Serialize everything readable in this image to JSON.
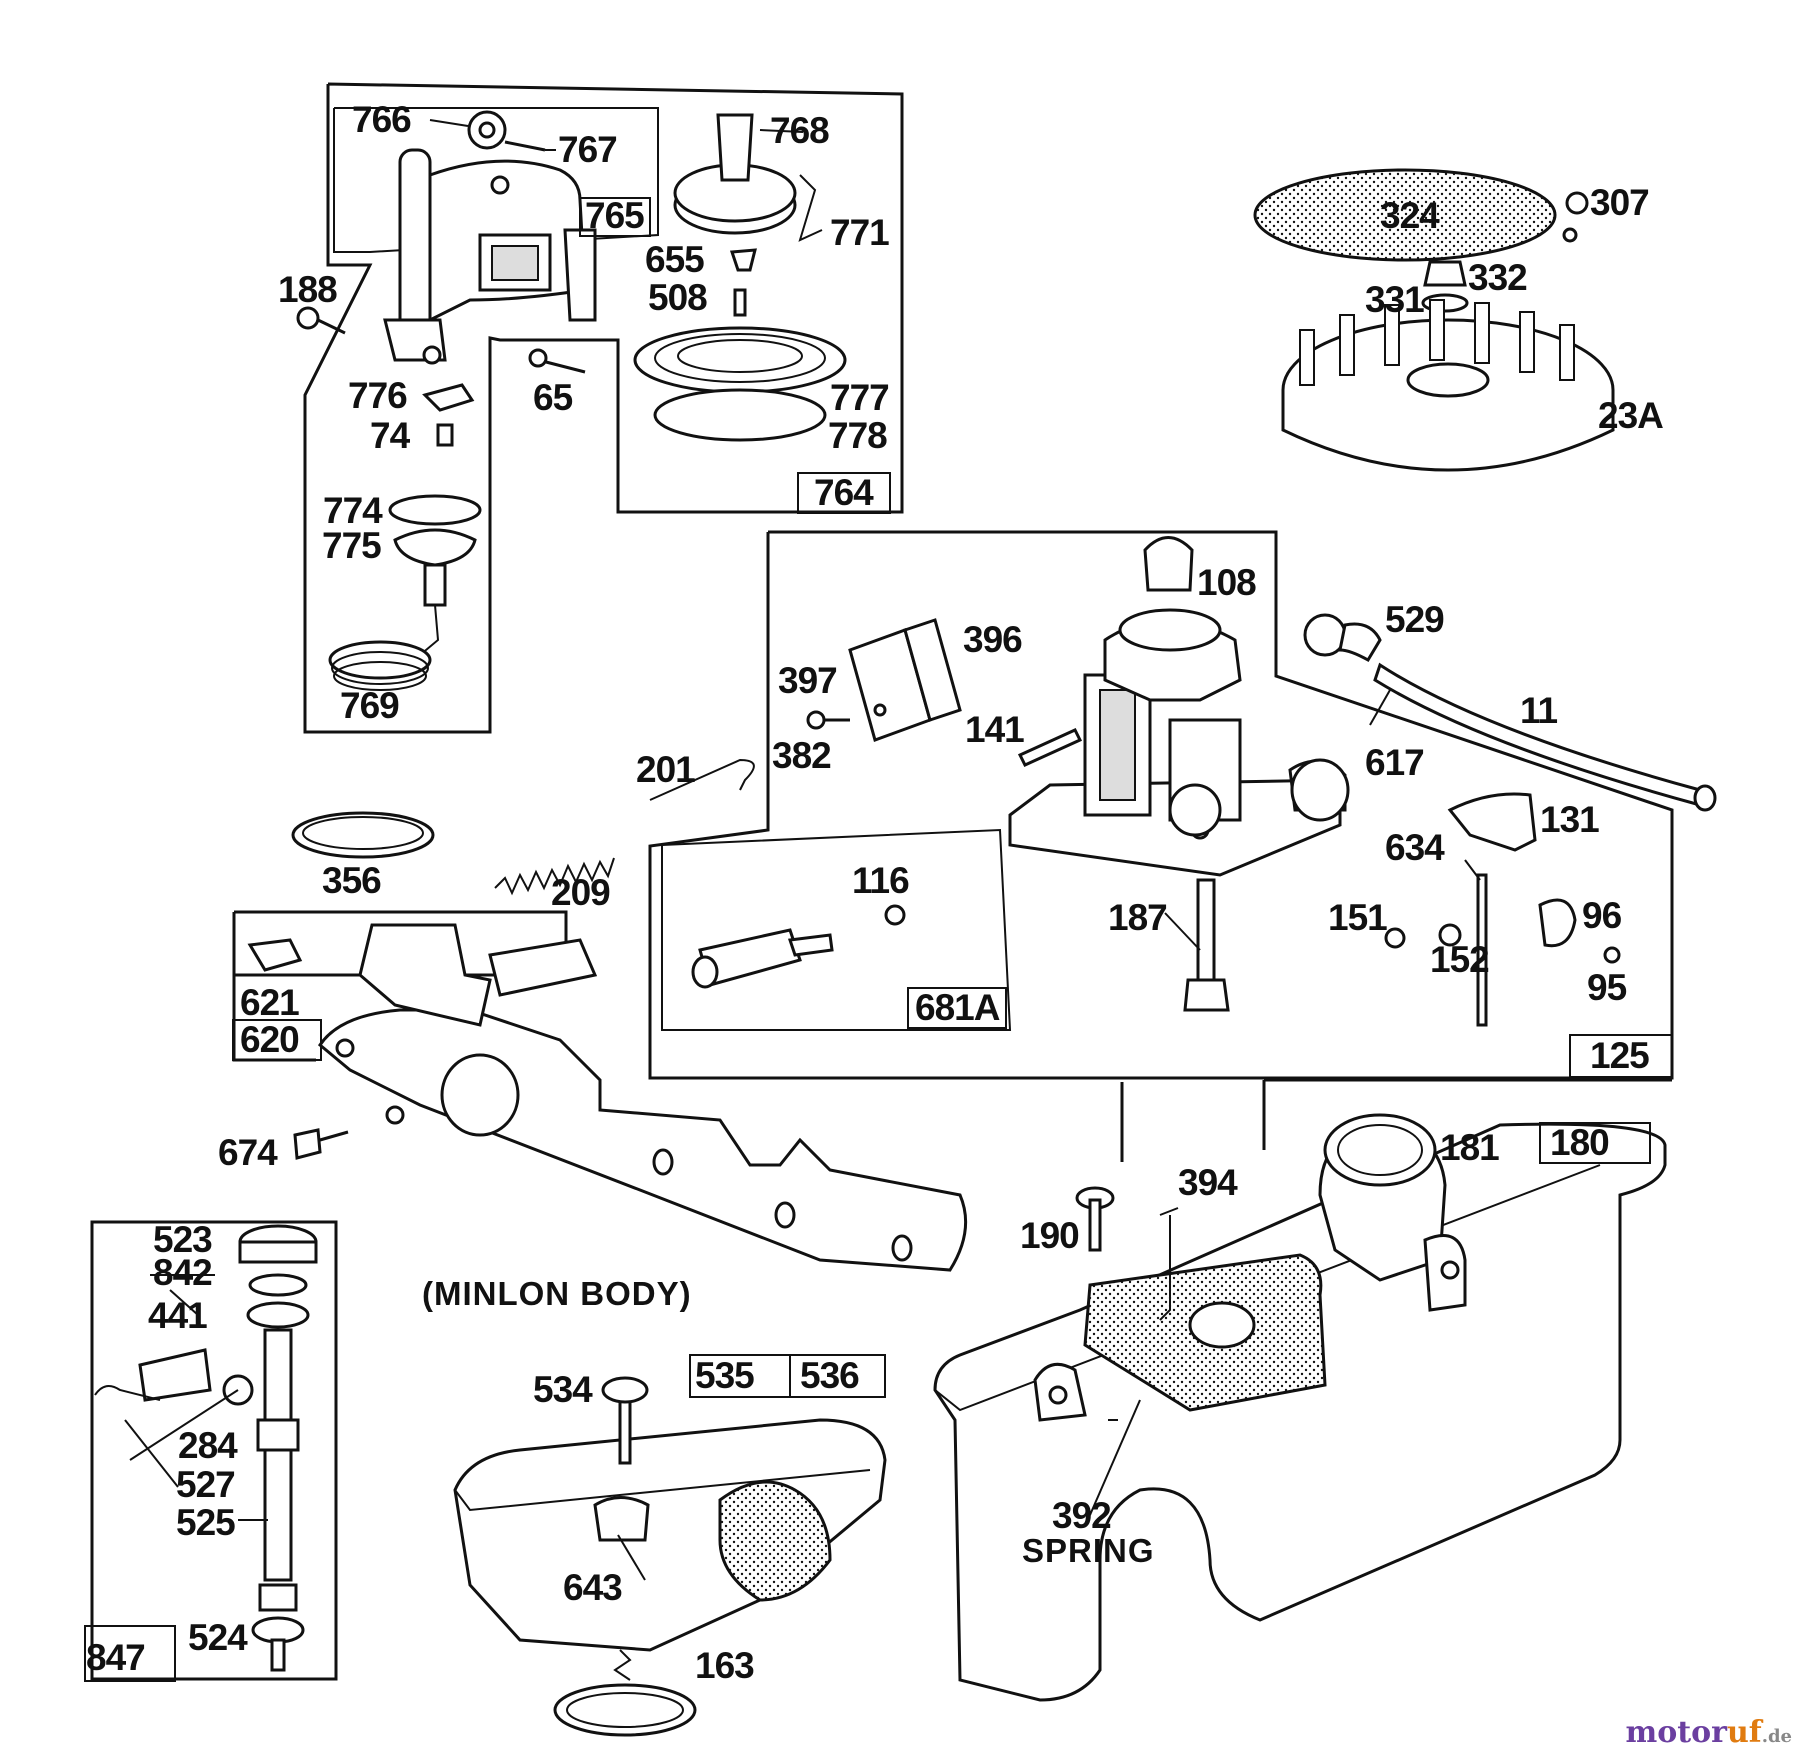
{
  "labels": {
    "p766": "766",
    "p767": "767",
    "p768": "768",
    "p765": "765",
    "p771": "771",
    "p655": "655",
    "p508": "508",
    "p188": "188",
    "p776": "776",
    "p74": "74",
    "p65": "65",
    "p777": "777",
    "p778": "778",
    "p764": "764",
    "p774": "774",
    "p775": "775",
    "p769": "769",
    "p324": "324",
    "p307": "307",
    "p332": "332",
    "p331": "331",
    "p23A": "23A",
    "p108": "108",
    "p529": "529",
    "p396": "396",
    "p397": "397",
    "p141": "141",
    "p11": "11",
    "p382": "382",
    "p201": "201",
    "p617": "617",
    "p131": "131",
    "p634": "634",
    "p356": "356",
    "p209": "209",
    "p116": "116",
    "p187": "187",
    "p151": "151",
    "p96": "96",
    "p152": "152",
    "p95": "95",
    "p621": "621",
    "p620": "620",
    "p681A": "681A",
    "p125": "125",
    "p674": "674",
    "p181": "181",
    "p180": "180",
    "p394": "394",
    "p190": "190",
    "p523": "523",
    "p842": "842",
    "p441": "441",
    "p284": "284",
    "p527": "527",
    "p525": "525",
    "p847": "847",
    "p524": "524",
    "p534": "534",
    "p535": "535",
    "p536": "536",
    "p643": "643",
    "p163": "163",
    "p392": "392"
  },
  "captions": {
    "minlon": "(MINLON BODY)",
    "spring": "SPRING"
  },
  "watermark": {
    "brand_a": "motor",
    "brand_b": "uf",
    "tld": ".de"
  }
}
